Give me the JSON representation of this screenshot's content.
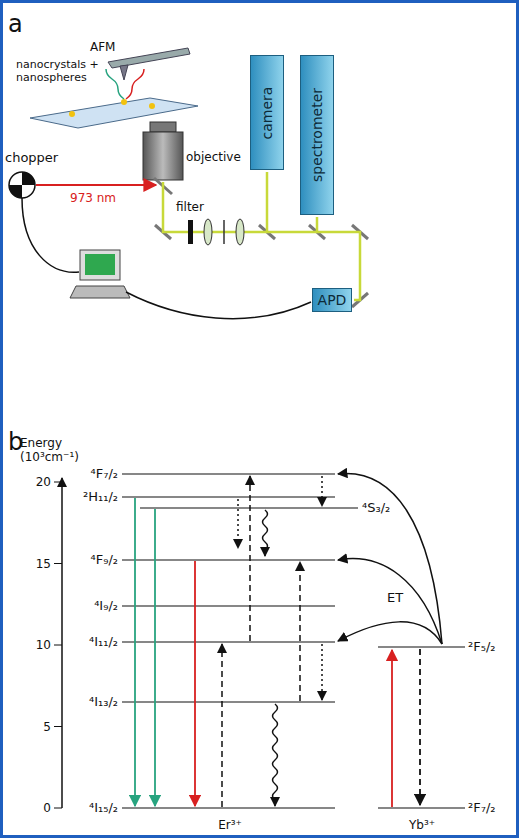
{
  "diagram": {
    "nodes": [
      {
        "text": [
          "camera"
        ]
      },
      {
        "text": [
          "spectrometer"
        ]
      },
      {
        "text": [
          "APD"
        ]
      }
    ],
    "labels": [
      "a",
      "nanocrystals + nanospheres",
      "AFM",
      "chopper",
      "973 nm",
      "objective",
      "filter",
      "b",
      "Energy (10³cm⁻¹)",
      "20",
      "15",
      "10",
      "5",
      "0",
      "⁴F₇/₂",
      "²H₁₁/₂",
      "⁴S₃/₂",
      "⁴F₉/₂",
      "⁴I₉/₂",
      "⁴I₁₁/₂",
      "⁴I₁₃/₂",
      "⁴I₁₅/₂",
      "ET",
      "²F₅/₂",
      "²F₇/₂",
      "Er³⁺",
      "Yb³⁺"
    ]
  }
}
